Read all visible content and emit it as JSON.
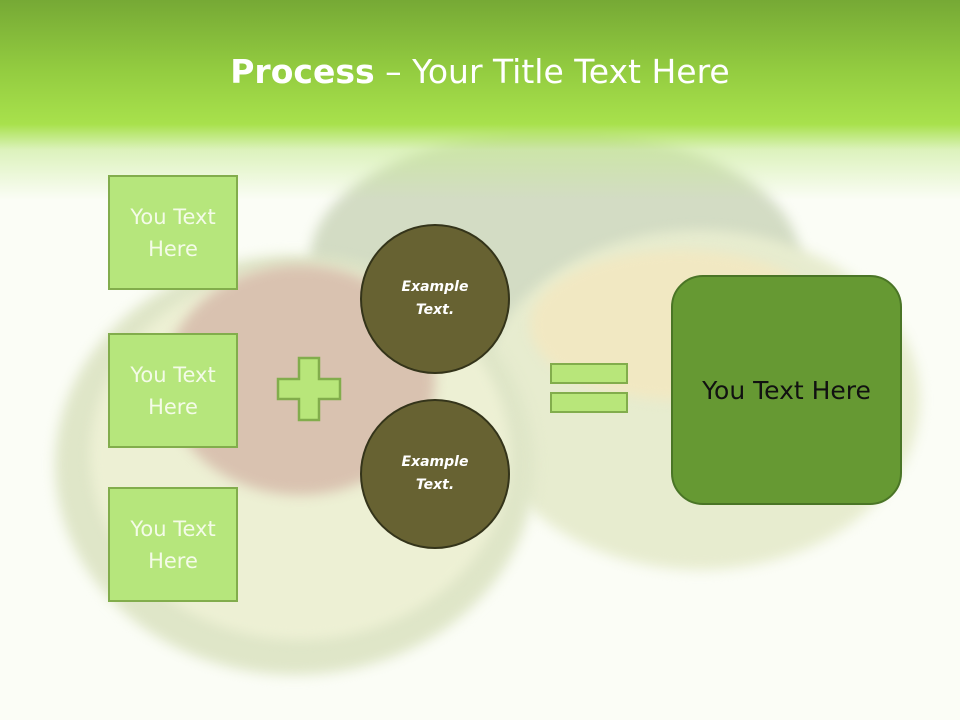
{
  "title": {
    "bold": "Process",
    "rest": " – Your Title Text Here"
  },
  "left_boxes": [
    {
      "label": "You Text Here"
    },
    {
      "label": "You Text Here"
    },
    {
      "label": "You Text Here"
    }
  ],
  "circles": [
    {
      "label": "Example Text."
    },
    {
      "label": "Example Text."
    }
  ],
  "result_box": {
    "label": "You Text Here"
  },
  "colors": {
    "header": "#93cc40",
    "box": "#b6e67c",
    "circle": "#676232",
    "result": "#669933"
  }
}
